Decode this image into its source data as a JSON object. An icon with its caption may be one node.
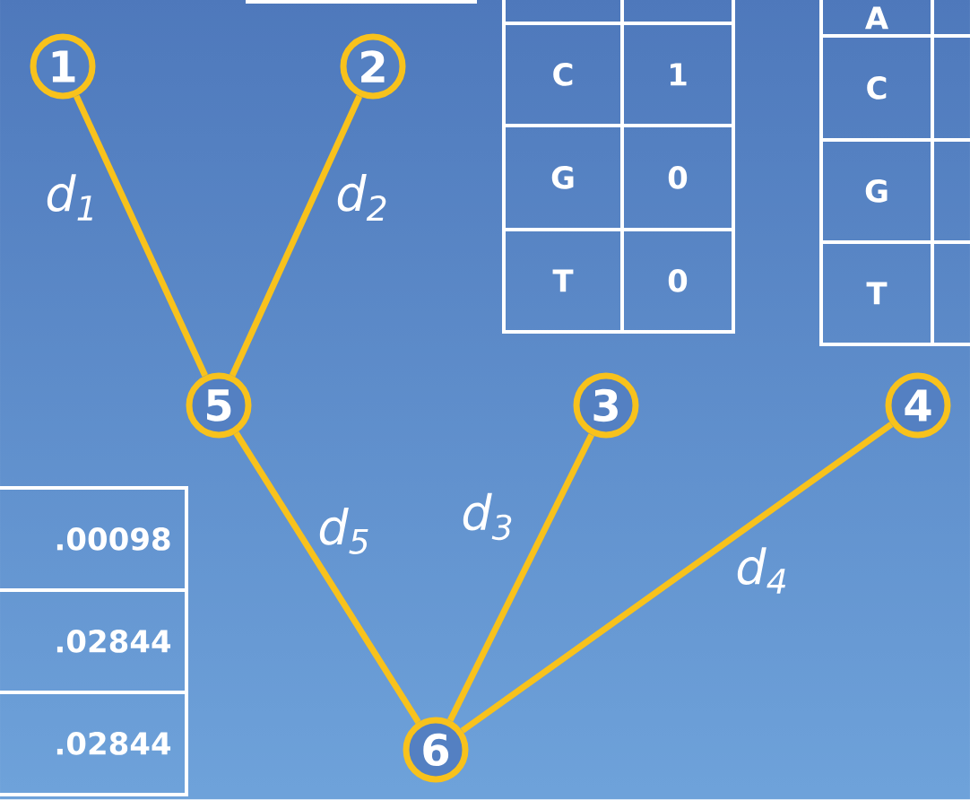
{
  "diagram": {
    "nodes": [
      {
        "text": [
          "1"
        ]
      },
      {
        "text": [
          "2"
        ]
      },
      {
        "text": [
          "5"
        ]
      },
      {
        "text": [
          "3"
        ]
      },
      {
        "text": [
          "4"
        ]
      },
      {
        "text": [
          "6"
        ]
      }
    ],
    "edges": [
      {
        "from": 0,
        "to": 2,
        "arrow": "none",
        "label": "d$_{1}$",
        "color": "#f8c21c"
      },
      {
        "from": 1,
        "to": 2,
        "arrow": "none",
        "label": "d$_{2}$",
        "color": "#f8c21c"
      },
      {
        "from": 2,
        "to": 5,
        "arrow": "none",
        "label": "d$_{5}$",
        "color": "#f8c21c"
      },
      {
        "from": 3,
        "to": 5,
        "arrow": "none",
        "label": "d$_{3}$",
        "color": "#f8c21c"
      },
      {
        "from": 4,
        "to": 5,
        "arrow": "none",
        "label": "d$_{4}$",
        "color": "#f8c21c"
      }
    ],
    "labels": [
      "A",
      "C",
      "1",
      "C",
      "G",
      "0",
      "G",
      "T",
      "0",
      "T",
      ".00098",
      ".02844",
      ".02844"
    ]
  }
}
